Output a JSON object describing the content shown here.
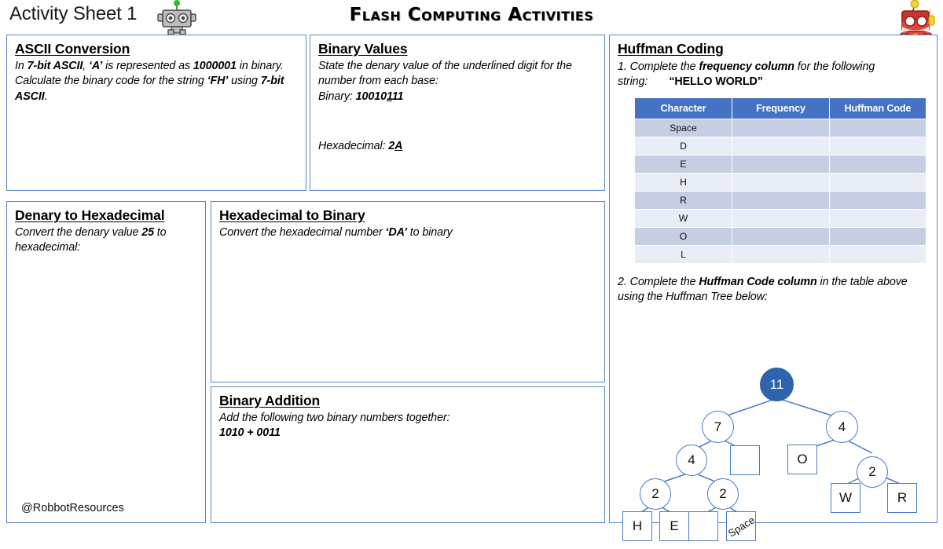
{
  "header": {
    "sheet_title": "Activity Sheet 1",
    "main_title": "Flash Computing Activities",
    "robot_left_icon": "grey-robot-icon",
    "robot_right_icon": "flash-robot-icon"
  },
  "colors": {
    "panel_border": "#5B87C5",
    "table_header_bg": "#4472C4",
    "table_row_dark": "#C5CEE2",
    "table_row_light": "#E9EDF5",
    "tree_stroke": "#4A7CC0",
    "tree_root_fill": "#2E63AE"
  },
  "panels": {
    "ascii": {
      "title": "ASCII Conversion",
      "line1_a": "In ",
      "line1_b": "7-bit ASCII",
      "line1_c": ", ",
      "line1_d": "‘A’",
      "line1_e": " is represented as ",
      "line1_f": "1000001",
      "line1_g": " in binary. Calculate the binary code for the string ",
      "line1_h": "‘FH’",
      "line1_i": " using ",
      "line1_j": "7-bit ASCII",
      "line1_k": "."
    },
    "binary_values": {
      "title": "Binary Values",
      "prompt": "State the denary value of the underlined digit for the number from each base:",
      "binary_label": "Binary: ",
      "binary_pre": "10010",
      "binary_underlined": "1",
      "binary_post": "11",
      "hex_label": "Hexadecimal: ",
      "hex_pre": "2",
      "hex_underlined": "A"
    },
    "denary_to_hex": {
      "title": "Denary to Hexadecimal",
      "prompt_a": "Convert the denary value ",
      "prompt_b": "25",
      "prompt_c": " to hexadecimal:"
    },
    "hex_to_binary": {
      "title": "Hexadecimal to Binary",
      "prompt_a": "Convert the hexadecimal number ",
      "prompt_b": "‘DA’",
      "prompt_c": " to binary"
    },
    "binary_addition": {
      "title": "Binary Addition",
      "prompt": "Add the following two binary numbers together:",
      "sum": "1010 + 0011"
    },
    "huffman": {
      "title": "Huffman Coding",
      "q1_a": "1. Complete the ",
      "q1_b": "frequency column",
      "q1_c": " for the following string:",
      "q1_string": "“HELLO WORLD”",
      "q2_a": "2. Complete the ",
      "q2_b": "Huffman Code column",
      "q2_c": " in the table above using the Huffman Tree below:",
      "table": {
        "columns": [
          "Character",
          "Frequency",
          "Huffman Code"
        ],
        "rows": [
          {
            "character": "Space",
            "frequency": "",
            "huffman_code": ""
          },
          {
            "character": "D",
            "frequency": "",
            "huffman_code": ""
          },
          {
            "character": "E",
            "frequency": "",
            "huffman_code": ""
          },
          {
            "character": "H",
            "frequency": "",
            "huffman_code": ""
          },
          {
            "character": "R",
            "frequency": "",
            "huffman_code": ""
          },
          {
            "character": "W",
            "frequency": "",
            "huffman_code": ""
          },
          {
            "character": "O",
            "frequency": "",
            "huffman_code": ""
          },
          {
            "character": "L",
            "frequency": "",
            "huffman_code": ""
          }
        ]
      },
      "tree": {
        "root": "11",
        "left_branch": "7",
        "right_branch": "4",
        "left_inner": "4",
        "left_inner_right_leaf": "",
        "left_pair_a": "2",
        "left_pair_b": "2",
        "leaf_h": "H",
        "leaf_e": "E",
        "leaf_blank": "",
        "leaf_space": "Space",
        "leaf_o": "O",
        "right_inner": "2",
        "leaf_w": "W",
        "leaf_r": "R"
      }
    }
  },
  "footer": {
    "handle": "@RobbotResources"
  }
}
